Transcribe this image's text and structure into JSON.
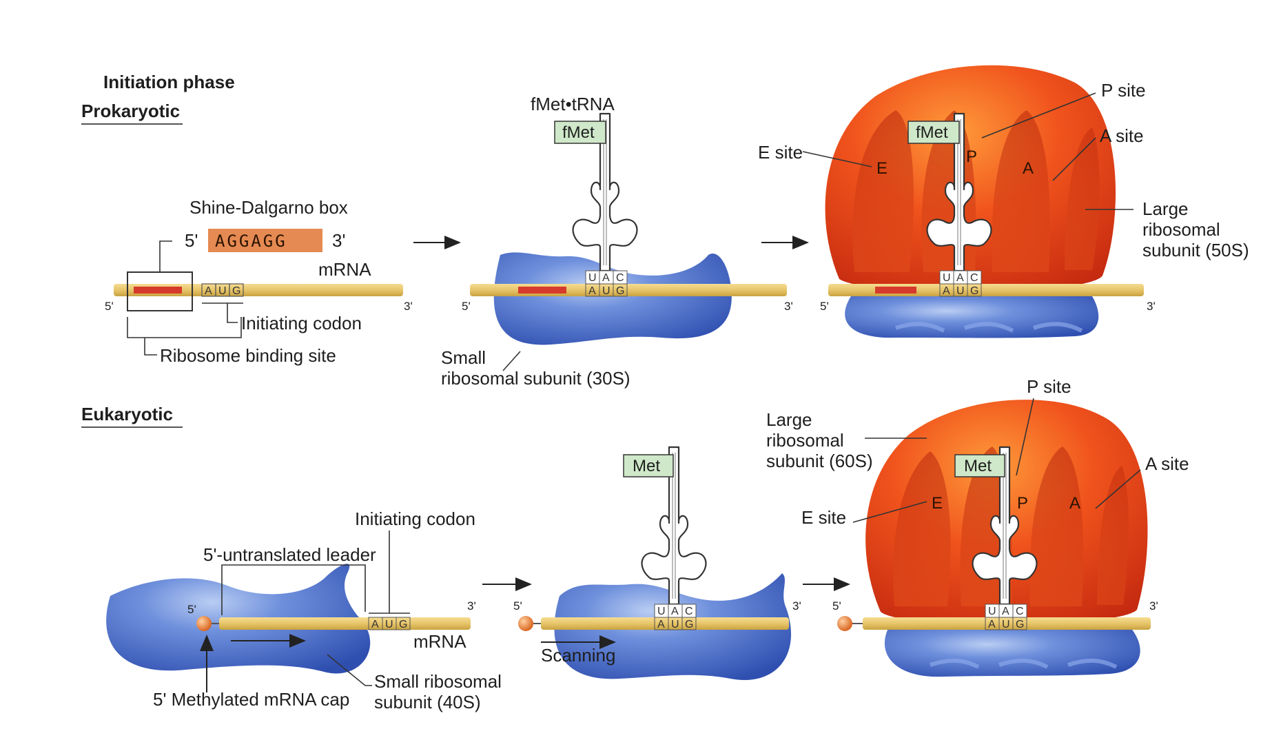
{
  "headings": {
    "phase": "Initiation phase",
    "prokaryotic": "Prokaryotic",
    "eukaryotic": "Eukaryotic"
  },
  "codon_triplet": [
    "A",
    "U",
    "G"
  ],
  "anticodon_triplet": [
    "U",
    "A",
    "C"
  ],
  "prokaryotic": {
    "shine_dalgarno_label": "Shine-Dalgarno box",
    "sd_five": "5'",
    "sd_sequence": "AGGAGG",
    "sd_three": "3'",
    "mrna": "mRNA",
    "five_prime": "5'",
    "three_prime": "3'",
    "initiating_codon": "Initiating codon",
    "ribosome_binding_site": "Ribosome binding site",
    "trna_label": "fMet•tRNA",
    "amino_acid": "fMet",
    "small_subunit_line1": "Small",
    "small_subunit_line2": "ribosomal subunit (30S)",
    "e_site": "E site",
    "p_site": "P site",
    "a_site": "A site",
    "e": "E",
    "p": "P",
    "a": "A",
    "large_subunit_line1": "Large",
    "large_subunit_line2": "ribosomal",
    "large_subunit_line3": "subunit (50S)"
  },
  "eukaryotic": {
    "initiating_codon": "Initiating codon",
    "leader": "5'-untranslated leader",
    "mrna": "mRNA",
    "five_prime": "5'",
    "three_prime": "3'",
    "cap": "5' Methylated mRNA cap",
    "small_subunit_line1": "Small ribosomal",
    "small_subunit_line2": "subunit (40S)",
    "scanning": "Scanning",
    "amino_acid": "Met",
    "large_subunit_line1": "Large",
    "large_subunit_line2": "ribosomal",
    "large_subunit_line3": "subunit (60S)",
    "e_site": "E site",
    "p_site": "P site",
    "a_site": "A site",
    "e": "E",
    "p": "P",
    "a": "A"
  },
  "colors": {
    "mrna": "#e7c56a",
    "rbs": "#d63a2c",
    "sd_box": "#e58a52",
    "small_subunit": "#4a6ec8",
    "large_subunit": "#e8421a",
    "tag_fill": "#cfe8c9",
    "cap": "#e87a2a"
  }
}
